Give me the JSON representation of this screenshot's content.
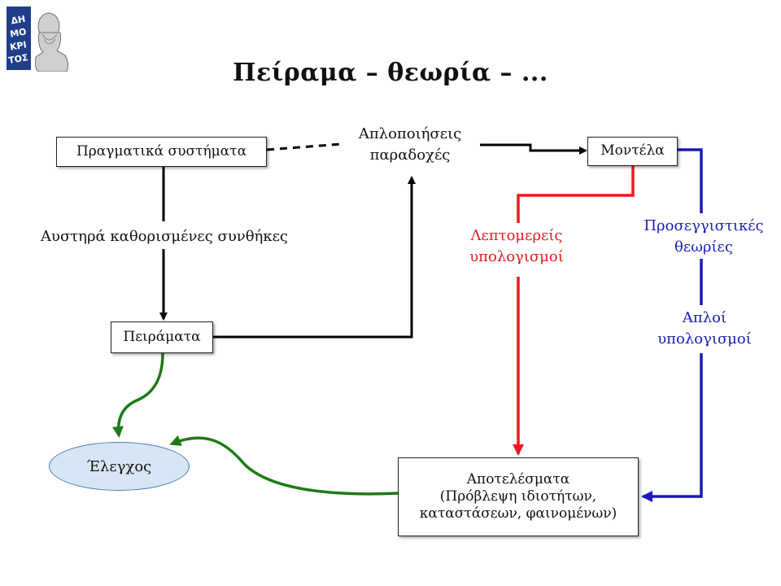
{
  "title": "Πείραμα – θεωρία – ...",
  "logo": {
    "text_lines": [
      "ΔΗ",
      "ΜΟ",
      "ΚΡΙ",
      "ΤΟΣ"
    ],
    "color": "#1f3e8a"
  },
  "nodes": {
    "real_systems": "Πραγματικά συστήματα",
    "simplifications": [
      "Απλοποιήσεις",
      "παραδοχές"
    ],
    "models": "Μοντέλα",
    "experiments": "Πειράματα",
    "check": "Έλεγχος",
    "results": [
      "Αποτελέσματα",
      "(Πρόβλεψη ιδιοτήτων,",
      "καταστάσεων, φαινομένων)"
    ]
  },
  "edge_labels": {
    "strict_conditions": "Αυστηρά καθορισμένες συνθήκες",
    "detailed_calc": [
      "Λεπτομερείς",
      "υπολογισμοί"
    ],
    "approx_theories": [
      "Προσεγγιστικές",
      "θεωρίες"
    ],
    "simple_calc": [
      "Απλοί",
      "υπολογισμοί"
    ]
  },
  "colors": {
    "black": "#000000",
    "red": "#e81c1c",
    "blue": "#1a1ab8",
    "green": "#1e7a16",
    "ellipse_fill": "#d6e6f4"
  }
}
